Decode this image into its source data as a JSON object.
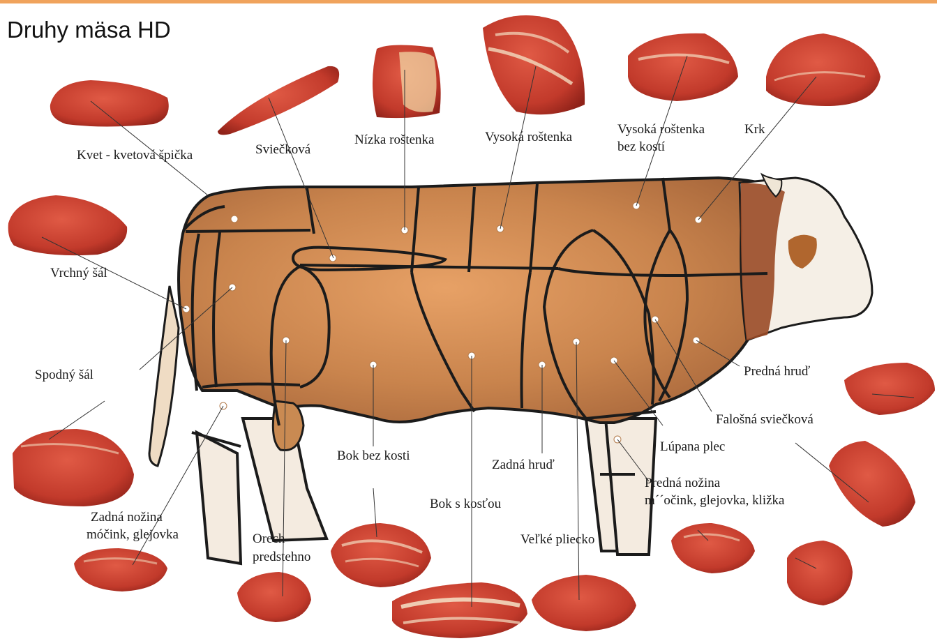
{
  "title": "Druhy mäsa HD",
  "colors": {
    "accent_bar": "#f0a35c",
    "meat": "#c8392b",
    "body": "#c98a52",
    "outline": "#1b1b1b"
  },
  "labels": {
    "kvet": "Kvet - kvetová špička",
    "svieckova": "Sviečková",
    "nizka_rostenka": "Nízka roštenka",
    "vysoka_rostenka": "Vysoká roštenka",
    "vysoka_bez_kosti_1": "Vysoká roštenka",
    "vysoka_bez_kosti_2": "bez kostí",
    "krk": "Krk",
    "vrchny_sal": "Vrchný šál",
    "spodny_sal": "Spodný šál",
    "predna_hrud": "Predná hruď",
    "falosna_svieckova": "Falošná sviečková",
    "lupana_plec": "Lúpana plec",
    "bok_bez_kosti": "Bok bez kosti",
    "zadna_hrud": "Zadná hruď",
    "predna_nozina_1": "Predná nožina",
    "predna_nozina_2": "m´´očink, glejovka, kližka",
    "bok_s_kostou": "Bok s kosťou",
    "zadna_nozina_1": "Zadná nožina",
    "zadna_nozina_2": "móčink, glejovka",
    "orech_1": "Orech",
    "orech_2": "predstehno",
    "velke_pliecko": "Veľké pliecko"
  }
}
